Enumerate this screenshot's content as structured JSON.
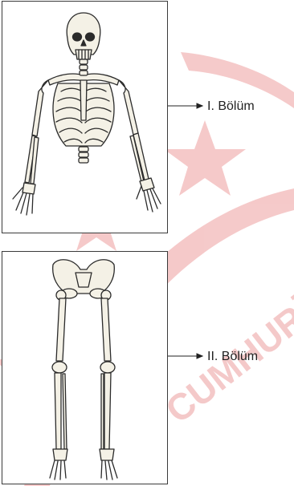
{
  "labels": {
    "part1": "I. Bölüm",
    "part2": "II. Bölüm"
  },
  "watermark": {
    "text": "CUMHURİYET",
    "color": "#f0b4b4"
  },
  "colors": {
    "bone": "#f4f1e6",
    "outline": "#2b2b2b",
    "frame": "#3a3a3a",
    "text": "#222222"
  }
}
